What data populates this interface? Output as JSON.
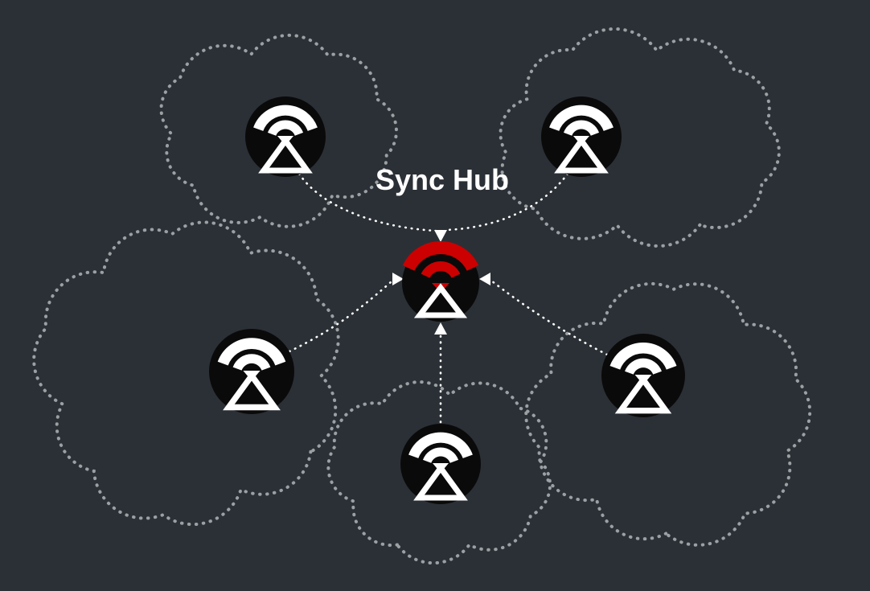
{
  "colors": {
    "background": "#2b3036",
    "cloud_outline": "#9aa0a4",
    "node_fill": "#0a0a0a",
    "icon": "#ffffff",
    "hub_accent": "#cc0000",
    "arrow": "#ffffff",
    "title": "#ffffff"
  },
  "diagram": {
    "type": "hub-and-spoke-sync",
    "title": "Sync Hub",
    "hub": {
      "icon": "sync-hotspot-icon",
      "accent_color": "#cc0000"
    },
    "devices": [
      {
        "position": "top-left",
        "icon": "sync-hotspot-icon"
      },
      {
        "position": "top-right",
        "icon": "sync-hotspot-icon"
      },
      {
        "position": "middle-left",
        "icon": "sync-hotspot-icon"
      },
      {
        "position": "bottom-center",
        "icon": "sync-hotspot-icon"
      },
      {
        "position": "middle-right",
        "icon": "sync-hotspot-icon"
      }
    ],
    "connections": [
      {
        "from": "top-left",
        "to": "hub"
      },
      {
        "from": "top-right",
        "to": "hub"
      },
      {
        "from": "middle-left",
        "to": "hub"
      },
      {
        "from": "bottom-center",
        "to": "hub"
      },
      {
        "from": "middle-right",
        "to": "hub"
      }
    ]
  }
}
